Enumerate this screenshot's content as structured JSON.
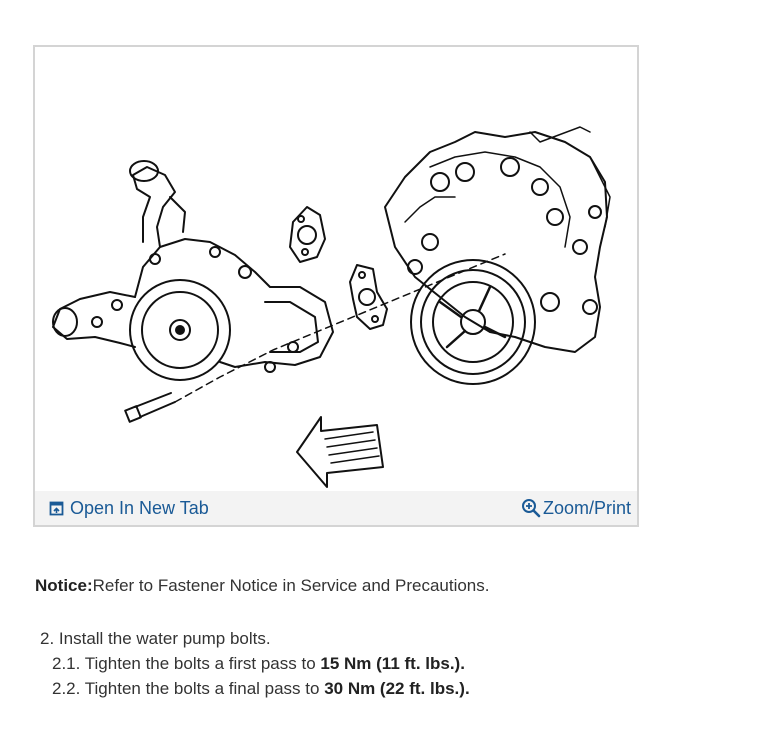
{
  "figure": {
    "open_tab_icon": "open-in-new-tab-icon",
    "open_tab_label": "Open In New Tab",
    "zoom_icon": "zoom-in-icon",
    "zoom_label": "Zoom/Print",
    "link_color": "#1a5a96"
  },
  "notice": {
    "label": "Notice:",
    "text": "Refer to Fastener Notice in Service and Precautions."
  },
  "steps": [
    {
      "number": "2.",
      "text": "Install the water pump bolts."
    }
  ],
  "substeps": [
    {
      "number": "2.1.",
      "text": "Tighten the bolts a first pass to ",
      "value": "15 Nm (11 ft. lbs.)."
    },
    {
      "number": "2.2.",
      "text": "Tighten the bolts a final pass to ",
      "value": "30 Nm (22 ft. lbs.)."
    }
  ]
}
